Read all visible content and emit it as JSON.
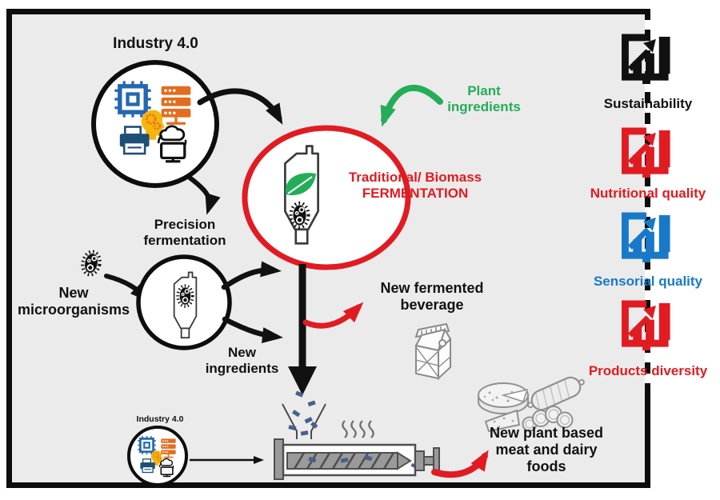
{
  "colors": {
    "red": "#e11b22",
    "green": "#24ad58",
    "blue": "#1879c8",
    "black": "#111111",
    "panel_bg": "#ebebeb",
    "border": "#0d0d0d"
  },
  "industry40": {
    "title": "Industry 4.0"
  },
  "industry40_small": {
    "title": "Industry 4.0"
  },
  "labels": {
    "plant": {
      "line1": "Plant",
      "line2": "ingredients"
    },
    "fermentation": {
      "line1": "Traditional/ Biomass",
      "line2": "FERMENTATION"
    },
    "precision": {
      "line1": "Precision",
      "line2": "fermentation"
    },
    "microorganisms": {
      "line1": "New",
      "line2": "microorganisms"
    },
    "ingredients": {
      "line1": "New",
      "line2": "ingredients"
    },
    "beverage": {
      "line1": "New fermented",
      "line2": "beverage"
    },
    "plant_foods": {
      "line1": "New plant based",
      "line2": "meat and dairy",
      "line3": "foods"
    }
  },
  "outcomes": [
    {
      "label": "Sustainability",
      "color": "#111111"
    },
    {
      "label": "Nutritional quality",
      "color": "#e11b22"
    },
    {
      "label": "Sensorial quality",
      "color": "#1879c8"
    },
    {
      "label": "Products diversity",
      "color": "#e11b22"
    }
  ],
  "icons": {
    "industry40_cluster": [
      "cpu-chip-icon",
      "server-icon",
      "human-head-gears-icon",
      "printer-icon",
      "monitor-cloud-sync-icon"
    ],
    "fermenter": "fermentation-tank-icon",
    "leaf": "leaf-icon",
    "microbe": "microbe-icon",
    "beverage": "milk-carton-icon",
    "extrusion": [
      "funnel-icon",
      "extruder-icon",
      "steam-icon"
    ],
    "foods": [
      "cheese-icon",
      "sausage-icon"
    ],
    "outcome": "bar-chart-increase-icon"
  }
}
